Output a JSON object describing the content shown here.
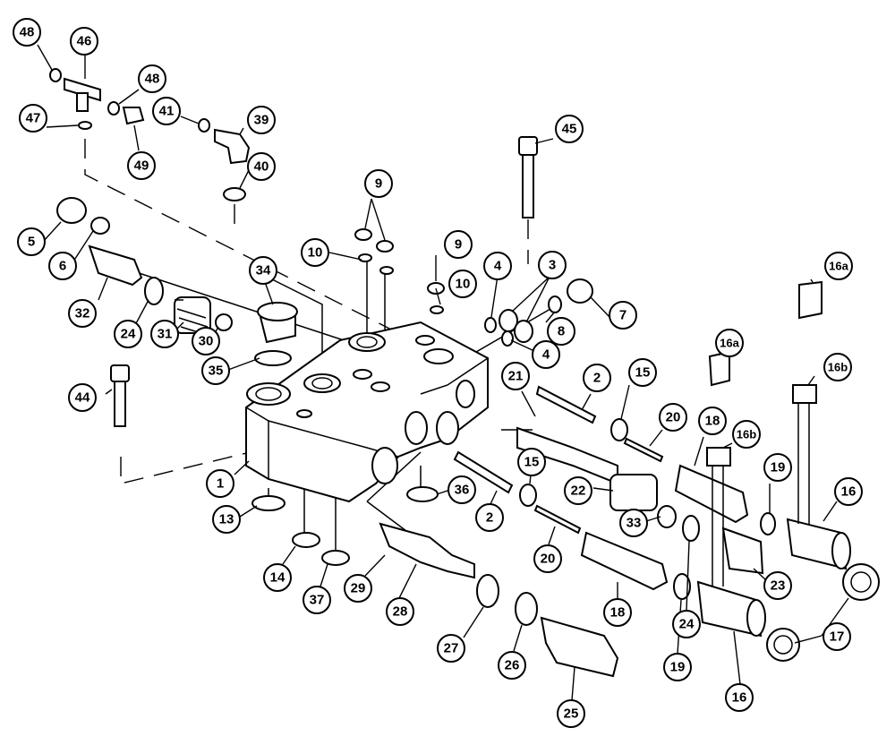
{
  "callouts": [
    {
      "id": "c48a",
      "label": "48"
    },
    {
      "id": "c46",
      "label": "46"
    },
    {
      "id": "c48b",
      "label": "48"
    },
    {
      "id": "c47",
      "label": "47"
    },
    {
      "id": "c49",
      "label": "49"
    },
    {
      "id": "c41",
      "label": "41"
    },
    {
      "id": "c39",
      "label": "39"
    },
    {
      "id": "c40",
      "label": "40"
    },
    {
      "id": "c45",
      "label": "45"
    },
    {
      "id": "c5",
      "label": "5"
    },
    {
      "id": "c6",
      "label": "6"
    },
    {
      "id": "c32",
      "label": "32"
    },
    {
      "id": "c24a",
      "label": "24"
    },
    {
      "id": "c31",
      "label": "31"
    },
    {
      "id": "c30",
      "label": "30"
    },
    {
      "id": "c34",
      "label": "34"
    },
    {
      "id": "c35",
      "label": "35"
    },
    {
      "id": "c10a",
      "label": "10"
    },
    {
      "id": "c9a",
      "label": "9"
    },
    {
      "id": "c9b",
      "label": "9"
    },
    {
      "id": "c10b",
      "label": "10"
    },
    {
      "id": "c4a",
      "label": "4"
    },
    {
      "id": "c3",
      "label": "3"
    },
    {
      "id": "c4b",
      "label": "4"
    },
    {
      "id": "c8",
      "label": "8"
    },
    {
      "id": "c7",
      "label": "7"
    },
    {
      "id": "c16a1",
      "label": "16a"
    },
    {
      "id": "c16a2",
      "label": "16a"
    },
    {
      "id": "c16b1",
      "label": "16b"
    },
    {
      "id": "c16b2",
      "label": "16b"
    },
    {
      "id": "c44",
      "label": "44"
    },
    {
      "id": "c1",
      "label": "1"
    },
    {
      "id": "c21",
      "label": "21"
    },
    {
      "id": "c2a",
      "label": "2"
    },
    {
      "id": "c15a",
      "label": "15"
    },
    {
      "id": "c20a",
      "label": "20"
    },
    {
      "id": "c18a",
      "label": "18"
    },
    {
      "id": "c19a",
      "label": "19"
    },
    {
      "id": "c16a",
      "label": "16"
    },
    {
      "id": "c36",
      "label": "36"
    },
    {
      "id": "c22",
      "label": "22"
    },
    {
      "id": "c33",
      "label": "33"
    },
    {
      "id": "c2b",
      "label": "2"
    },
    {
      "id": "c15b",
      "label": "15"
    },
    {
      "id": "c20b",
      "label": "20"
    },
    {
      "id": "c13",
      "label": "13"
    },
    {
      "id": "c14",
      "label": "14"
    },
    {
      "id": "c37",
      "label": "37"
    },
    {
      "id": "c29",
      "label": "29"
    },
    {
      "id": "c28",
      "label": "28"
    },
    {
      "id": "c18b",
      "label": "18"
    },
    {
      "id": "c24b",
      "label": "24"
    },
    {
      "id": "c23",
      "label": "23"
    },
    {
      "id": "c17",
      "label": "17"
    },
    {
      "id": "c19b",
      "label": "19"
    },
    {
      "id": "c27",
      "label": "27"
    },
    {
      "id": "c26",
      "label": "26"
    },
    {
      "id": "c25",
      "label": "25"
    },
    {
      "id": "c16b",
      "label": "16"
    }
  ]
}
